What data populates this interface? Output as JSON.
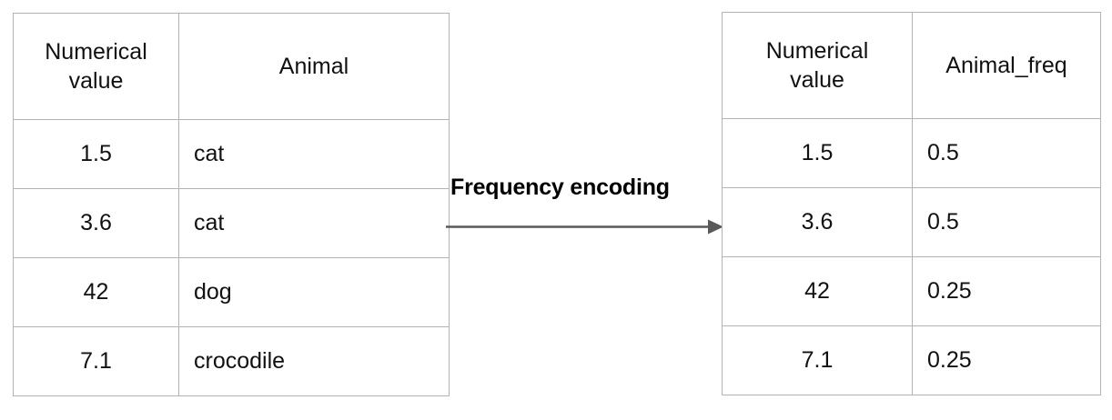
{
  "diagram": {
    "title": "Frequency encoding",
    "arrow_label": "Frequency encoding",
    "arrow_icon": "right-arrow-icon",
    "colors": {
      "border": "#b3b3b3",
      "text": "#111111",
      "arrow": "#595959",
      "background": "#ffffff"
    }
  },
  "left_table": {
    "name": "original-table",
    "headers": [
      "Numerical value",
      "Animal"
    ],
    "header_lines": [
      [
        "Numerical",
        "value"
      ],
      [
        "Animal"
      ]
    ],
    "rows": [
      {
        "numerical_value": "1.5",
        "animal": "cat"
      },
      {
        "numerical_value": "3.6",
        "animal": "cat"
      },
      {
        "numerical_value": "42",
        "animal": "dog"
      },
      {
        "numerical_value": "7.1",
        "animal": "crocodile"
      }
    ]
  },
  "right_table": {
    "name": "encoded-table",
    "headers": [
      "Numerical value",
      "Animal_freq"
    ],
    "header_lines": [
      [
        "Numerical",
        "value"
      ],
      [
        "Animal_freq"
      ]
    ],
    "rows": [
      {
        "numerical_value": "1.5",
        "animal_freq": "0.5"
      },
      {
        "numerical_value": "3.6",
        "animal_freq": "0.5"
      },
      {
        "numerical_value": "42",
        "animal_freq": "0.25"
      },
      {
        "numerical_value": "7.1",
        "animal_freq": "0.25"
      }
    ]
  }
}
